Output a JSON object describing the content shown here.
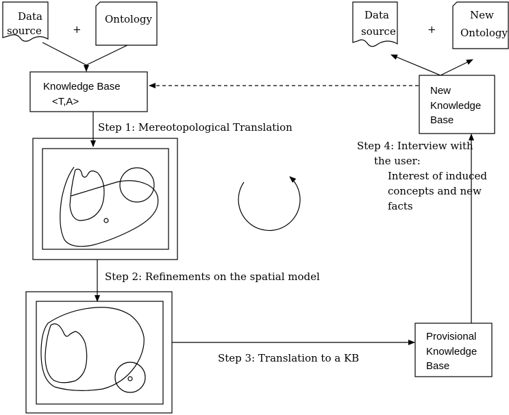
{
  "left_inputs": {
    "data_source": [
      "Data",
      "source"
    ],
    "plus": "+",
    "ontology": "Ontology"
  },
  "right_outputs": {
    "data_source": [
      "Data",
      "source"
    ],
    "plus": "+",
    "new_ontology": [
      "New",
      "Ontology"
    ]
  },
  "knowledge_base": {
    "title": "Knowledge Base",
    "tuple": "<T,A>"
  },
  "new_knowledge_base": [
    "New",
    "Knowledge",
    "Base"
  ],
  "provisional_knowledge_base": [
    "Provisional",
    "Knowledge",
    "Base"
  ],
  "steps": {
    "step1": "Step 1: Mereotopological Translation",
    "step2": "Step 2: Refinements on the spatial model",
    "step3": "Step 3: Translation to a KB",
    "step4": [
      "Step 4: Interview with",
      "the user:",
      "Interest of induced",
      "concepts and new",
      "facts"
    ]
  }
}
